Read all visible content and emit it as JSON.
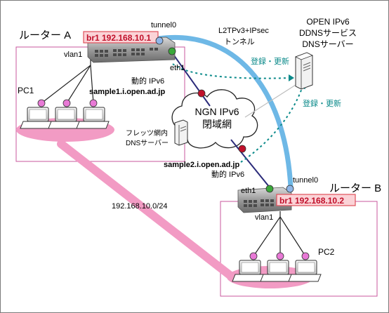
{
  "router_a": {
    "title": "ルーター A",
    "box_label": "br1 192.168.10.1",
    "tunnel": "tunnel0",
    "eth": "eth1",
    "vlan": "vlan1",
    "pc": "PC1",
    "ipv6_label": "動的 IPv6",
    "hostname": "sample1.i.open.ad.jp"
  },
  "router_b": {
    "title": "ルーター B",
    "box_label": "br1 192.168.10.2",
    "tunnel": "tunnel0",
    "eth": "eth1",
    "vlan": "vlan1",
    "pc": "PC2",
    "ipv6_label": "動的 IPv6",
    "hostname": "sample2.i.open.ad.jp"
  },
  "tunnel_label": {
    "line1": "L2TPv3+IPsec",
    "line2": "トンネル"
  },
  "ddns_server": {
    "line1": "OPEN IPv6",
    "line2": "DDNSサービス",
    "line3": "DNSサーバー"
  },
  "register_label_1": "登録・更新",
  "register_label_2": "登録・更新",
  "ngn": {
    "line1": "NGN IPv6",
    "line2": "閉域網"
  },
  "flets_dns": {
    "line1": "フレッツ網内",
    "line2": "DNSサーバー"
  },
  "lan_subnet": "192.168.10.0/24",
  "colors": {
    "tunnel": "#6eb8e6",
    "lan_link": "#f29bc4",
    "router_box_fill": "#fbd3d7",
    "router_box_stroke": "#e0505b",
    "dotted": "#0b8a8a",
    "eth_port": "#3aa83a",
    "ngn_port": "#c0102a",
    "pc_node": "#e879d6",
    "tunnel_port": "#8fb6e8"
  }
}
